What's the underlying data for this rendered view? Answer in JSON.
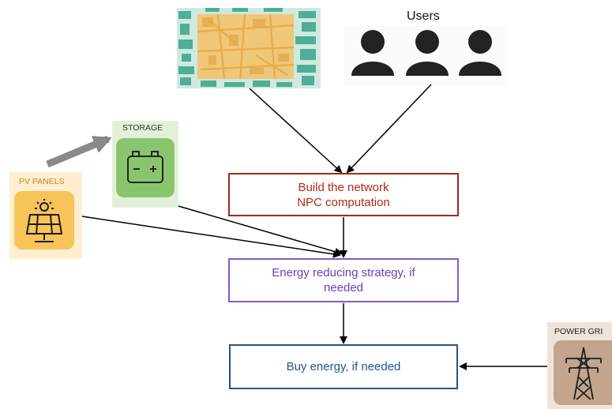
{
  "boxes": {
    "network_line1": "Build the network",
    "network_line2": "NPC computation",
    "strategy_line1": "Energy reducing strategy, if",
    "strategy_line2": "needed",
    "buy": "Buy energy, if needed"
  },
  "labels": {
    "users": "Users",
    "storage": "STORAGE",
    "pv_panels": "PV PANELS",
    "power_grid": "POWER GRI"
  },
  "icons": {
    "map": "city-map-icon",
    "users": "user-icon",
    "storage": "battery-icon",
    "pv": "solar-panel-icon",
    "grid": "power-pylon-icon"
  },
  "colors": {
    "network": "#a02b16",
    "strategy": "#8a5bbd",
    "buy": "#1f5590",
    "storage_bg": "#8bc46e",
    "pv_bg": "#f8c45a",
    "grid_bg": "#c2a58c"
  }
}
